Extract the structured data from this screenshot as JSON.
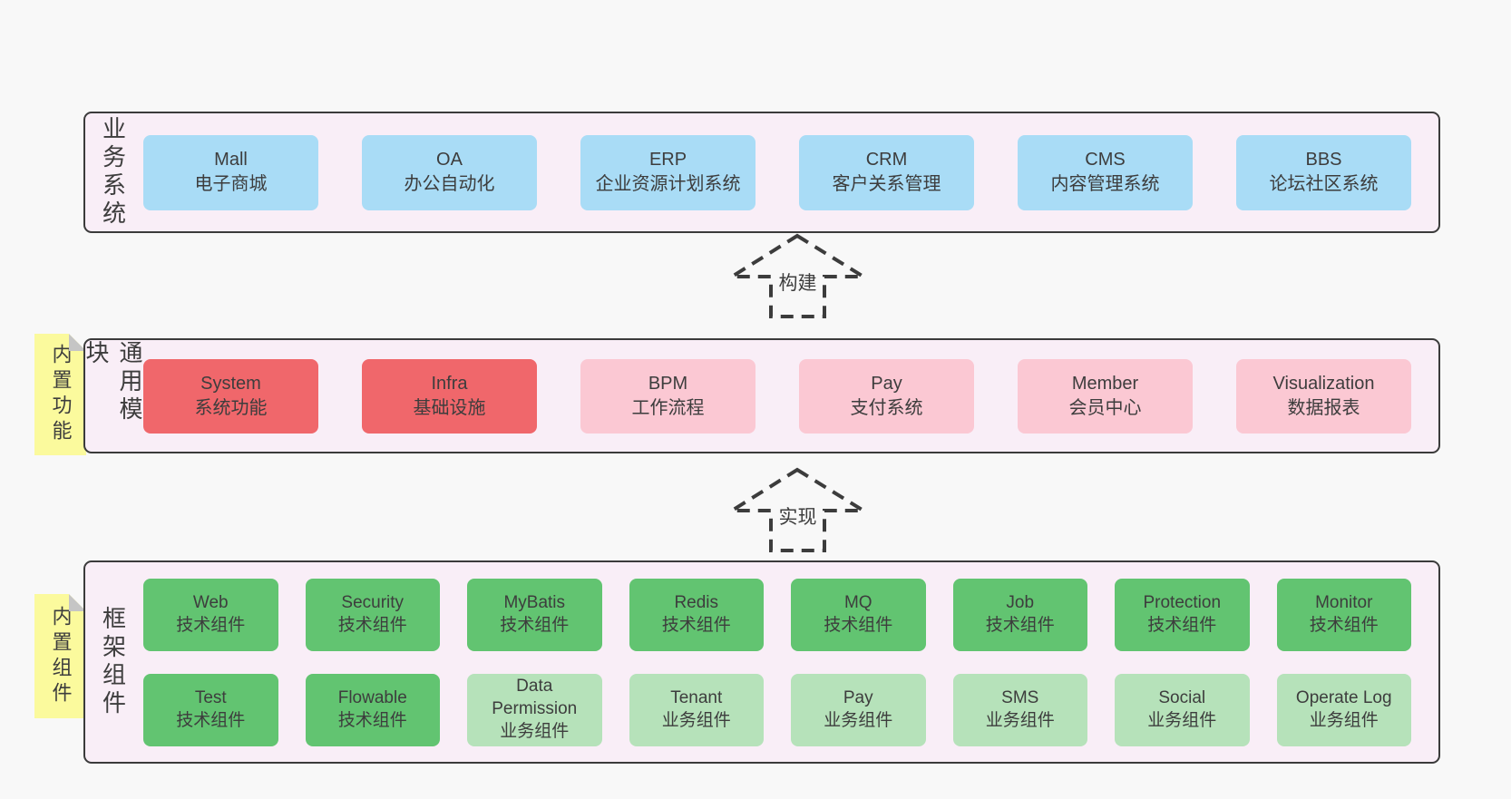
{
  "business": {
    "label": "业务系统",
    "boxes": [
      {
        "en": "Mall",
        "zh": "电子商城"
      },
      {
        "en": "OA",
        "zh": "办公自动化"
      },
      {
        "en": "ERP",
        "zh": "企业资源计划系统"
      },
      {
        "en": "CRM",
        "zh": "客户关系管理"
      },
      {
        "en": "CMS",
        "zh": "内容管理系统"
      },
      {
        "en": "BBS",
        "zh": "论坛社区系统"
      }
    ]
  },
  "modules": {
    "label": "通用模块",
    "note": "内置功能",
    "boxes": [
      {
        "en": "System",
        "zh": "系统功能"
      },
      {
        "en": "Infra",
        "zh": "基础设施"
      },
      {
        "en": "BPM",
        "zh": "工作流程"
      },
      {
        "en": "Pay",
        "zh": "支付系统"
      },
      {
        "en": "Member",
        "zh": "会员中心"
      },
      {
        "en": "Visualization",
        "zh": "数据报表"
      }
    ]
  },
  "framework": {
    "label": "框架组件",
    "note": "内置组件",
    "tech_row": [
      {
        "en": "Web",
        "zh": "技术组件"
      },
      {
        "en": "Security",
        "zh": "技术组件"
      },
      {
        "en": "MyBatis",
        "zh": "技术组件"
      },
      {
        "en": "Redis",
        "zh": "技术组件"
      },
      {
        "en": "MQ",
        "zh": "技术组件"
      },
      {
        "en": "Job",
        "zh": "技术组件"
      },
      {
        "en": "Protection",
        "zh": "技术组件"
      },
      {
        "en": "Monitor",
        "zh": "技术组件"
      }
    ],
    "biz_row": [
      {
        "en": "Test",
        "zh": "技术组件"
      },
      {
        "en": "Flowable",
        "zh": "技术组件"
      },
      {
        "en": "Data Permission",
        "zh": "业务组件"
      },
      {
        "en": "Tenant",
        "zh": "业务组件"
      },
      {
        "en": "Pay",
        "zh": "业务组件"
      },
      {
        "en": "SMS",
        "zh": "业务组件"
      },
      {
        "en": "Social",
        "zh": "业务组件"
      },
      {
        "en": "Operate Log",
        "zh": "业务组件"
      }
    ]
  },
  "arrows": {
    "build": "构建",
    "implement": "实现"
  },
  "colors": {
    "page_bg": "#f8f8f8",
    "panel_bg": "#f9eef7",
    "panel_border": "#3b3b3b",
    "text": "#3d3d3d",
    "box_blue": "#a9dcf6",
    "box_red": "#f0676b",
    "box_pink": "#fbc8d3",
    "box_green": "#62c471",
    "box_green_light": "#b6e2ba",
    "note_yellow": "#fbfa9d",
    "fold_gray": "#c5c5c5",
    "arrow": "#3c3c3c"
  }
}
